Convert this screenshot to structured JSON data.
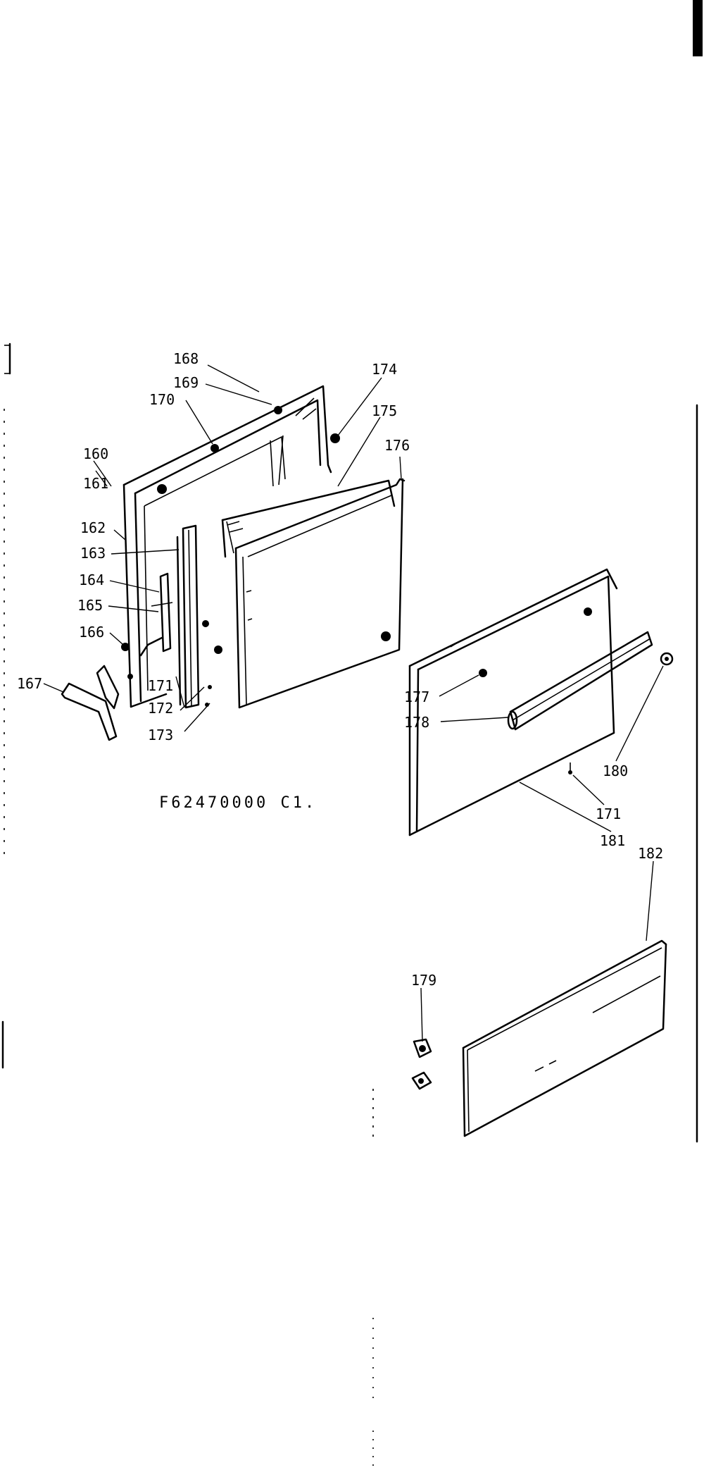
{
  "diagram": {
    "model_code": "F62470000 C1.",
    "colors": {
      "ink": "#000000",
      "paper": "#ffffff"
    },
    "labels": {
      "p160": "160",
      "p161": "161",
      "p162": "162",
      "p163": "163",
      "p164": "164",
      "p165": "165",
      "p166": "166",
      "p167": "167",
      "p168": "168",
      "p169": "169",
      "p170": "170",
      "p171a": "171",
      "p172": "172",
      "p173": "173",
      "p174": "174",
      "p175": "175",
      "p176": "176",
      "p177": "177",
      "p178": "178",
      "p179": "179",
      "p180": "180",
      "p171b": "171",
      "p181": "181",
      "p182": "182"
    }
  }
}
